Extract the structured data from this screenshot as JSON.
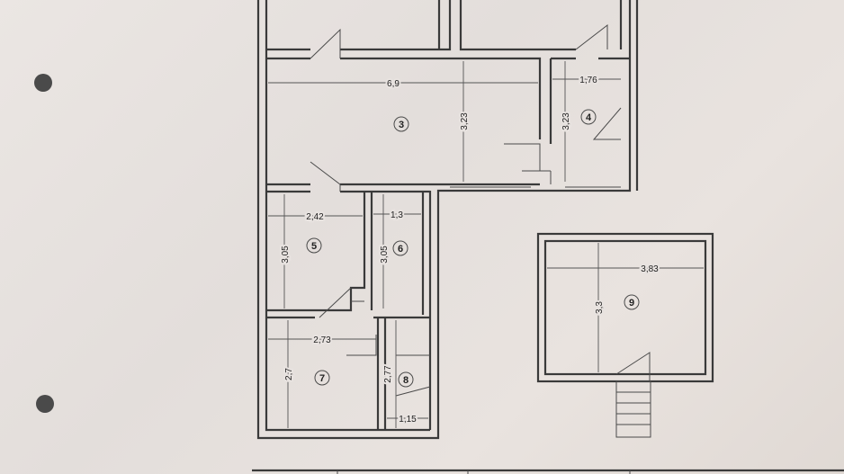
{
  "rooms": [
    {
      "id": "3",
      "width": "6,9",
      "height": "3,23"
    },
    {
      "id": "4",
      "width": "1,76",
      "height": "3,23"
    },
    {
      "id": "5",
      "width": "2,42",
      "height": "3,05"
    },
    {
      "id": "6",
      "width": "1,3",
      "height": "3,05"
    },
    {
      "id": "7",
      "width": "2,73",
      "height": "2,7"
    },
    {
      "id": "8",
      "width": "1,15",
      "height": "2,77"
    },
    {
      "id": "9",
      "width": "3,83",
      "height": "3,3"
    }
  ]
}
